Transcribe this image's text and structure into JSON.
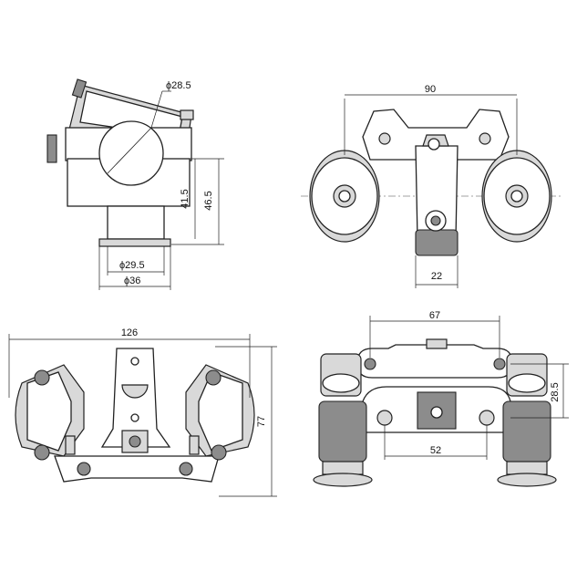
{
  "dimensions": {
    "bar_diameter": "ϕ28.5",
    "height_inner": "41.5",
    "height_outer": "46.5",
    "tube_inner_diameter": "ϕ29.5",
    "tube_outer_diameter": "ϕ36",
    "top_width": "90",
    "top_mount_width": "22",
    "overall_width": "126",
    "overall_depth": "77",
    "bolt_spacing_top": "67",
    "clamp_height": "28.5",
    "bolt_spacing_bottom": "52"
  },
  "colors": {
    "line": "#222222",
    "fill_light": "#d9d9d9",
    "fill_dark": "#8c8c8c"
  }
}
